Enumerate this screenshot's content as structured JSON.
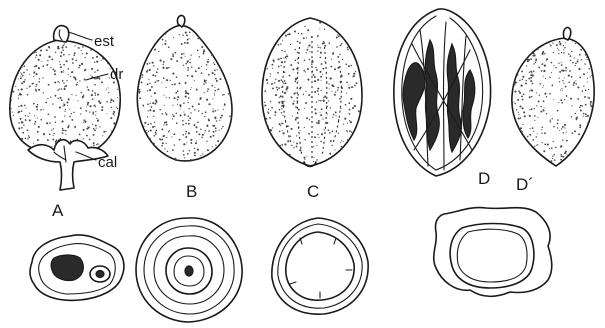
{
  "figure": {
    "panels": [
      {
        "id": "A",
        "label": "A"
      },
      {
        "id": "B",
        "label": "B"
      },
      {
        "id": "C",
        "label": "C"
      },
      {
        "id": "D",
        "label": "D"
      },
      {
        "id": "D-prime",
        "label": "D´"
      }
    ],
    "annotations": [
      {
        "id": "est",
        "text": "est"
      },
      {
        "id": "dr",
        "text": "dr"
      },
      {
        "id": "cal",
        "text": "cal"
      }
    ]
  }
}
